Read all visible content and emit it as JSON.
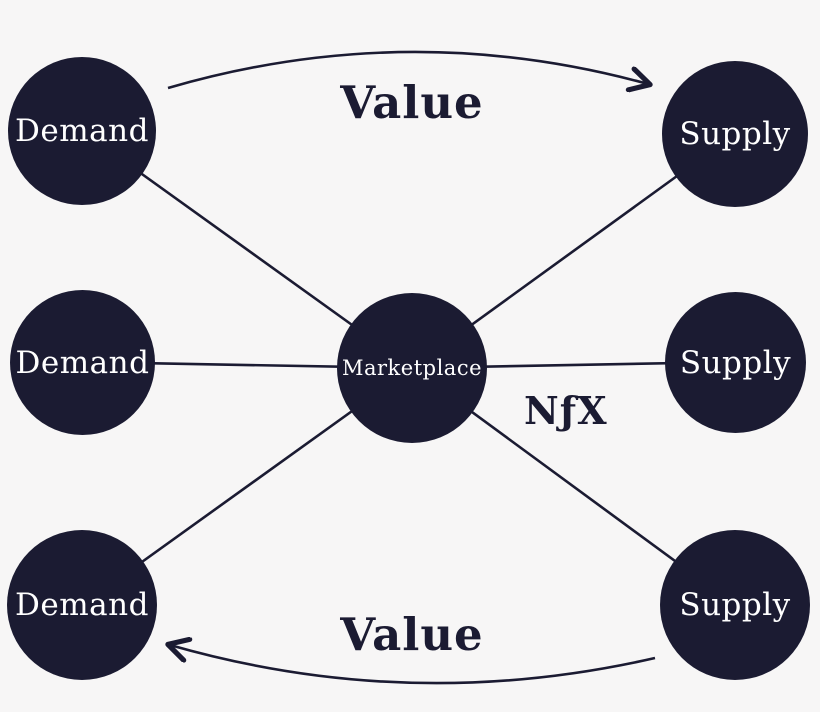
{
  "colors": {
    "background": "#f7f6f6",
    "node_fill": "#1b1b32",
    "node_text": "#ffffff",
    "line": "#1b1b32",
    "annotation_text": "#1b1b32"
  },
  "nodes": {
    "demand_top": "Demand",
    "demand_middle": "Demand",
    "demand_bottom": "Demand",
    "supply_top": "Supply",
    "supply_middle": "Supply",
    "supply_bottom": "Supply",
    "marketplace": "Marketplace"
  },
  "annotations": {
    "value_top": "Value",
    "value_bottom": "Value",
    "brand": "NƒX"
  }
}
